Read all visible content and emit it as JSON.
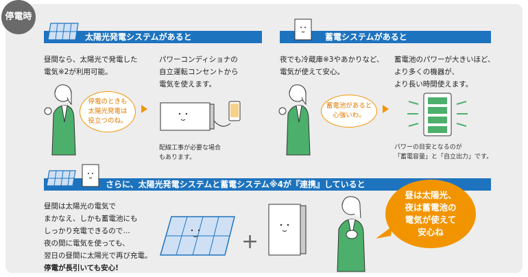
{
  "badge": "停電時",
  "section_solar": {
    "title": "太陽光発電システムがあると",
    "text_left": [
      "昼間なら、太陽光で発電した",
      "電気※2が利用可能。"
    ],
    "bubble": [
      "停電のときも",
      "太陽光発電は",
      "役立つのね。"
    ],
    "text_right": [
      "パワーコンディショナの",
      "自立運転コンセントから",
      "電気を使えます。"
    ],
    "note": [
      "配線工事が必要な場合",
      "もあります。"
    ]
  },
  "section_battery": {
    "title": "蓄電システムがあると",
    "text_left": [
      "夜でも冷蔵庫※3やあかりなど、",
      "電気が使えて安心。"
    ],
    "bubble": [
      "蓄電池があると",
      "心強いわ。"
    ],
    "text_right": [
      "蓄電池のパワーが大きいほど、",
      "より多くの機器が、",
      "より長い時間使えます。"
    ],
    "note": [
      "パワーの目安となるのが",
      "「蓄電容量」と「自立出力」です。"
    ]
  },
  "section_link": {
    "title": "さらに、太陽光発電システムと蓄電システム※4が『連携』していると",
    "text": [
      "昼間は太陽光の電気で",
      "まかなえ、しかも蓄電池にも",
      "しっかり充電できるので…",
      "夜の間に電気を使っても、",
      "翌日の昼間に太陽光で再び充電。",
      "停電が長引いても安心!"
    ],
    "plus": "+",
    "bubble": [
      "昼は太陽光、",
      "夜は蓄電池の",
      "電気が使えて",
      "安心ね"
    ]
  },
  "colors": {
    "bar": "#1e73be",
    "accent": "#f29400",
    "panel": "#ededed",
    "badge": "#6a6a6a"
  }
}
